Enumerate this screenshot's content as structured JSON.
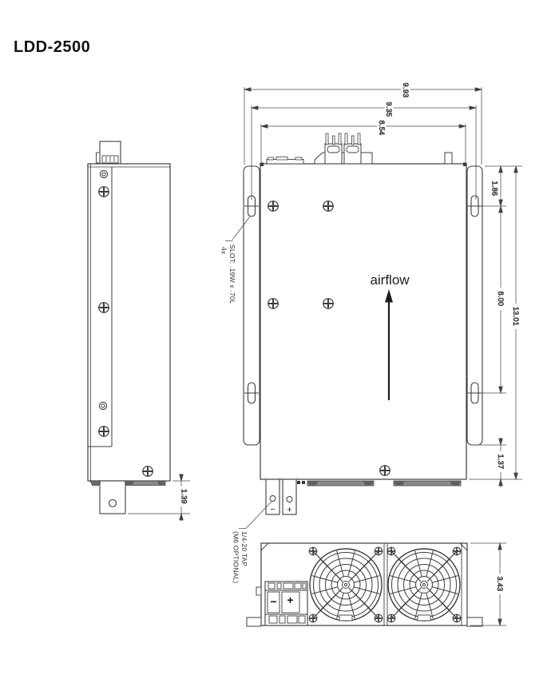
{
  "title": "LDD-2500",
  "labels": {
    "airflow": "airflow",
    "minus": "−",
    "plus": "+"
  },
  "dimensions": {
    "top_flange_width": "9.93",
    "slot_span": "9.35",
    "body_width": "8.54",
    "top_to_slot": "1.86",
    "slot_to_slot": "8.00",
    "overall_length": "13.01",
    "flange_to_bottom": "1.37",
    "bracket_depth": "1.39",
    "front_height": "3.43"
  },
  "notes": {
    "slot_callout": "SLOT: .19W x .70L",
    "slot_qty": "4x",
    "tap_callout_line1": "1/4-20 TAP",
    "tap_callout_line2": "(M6 OPTIONAL)"
  },
  "colors": {
    "line": "#3d3d3d",
    "dim_line": "#4a4a4a",
    "foot_fill": "#8a8a8a"
  }
}
